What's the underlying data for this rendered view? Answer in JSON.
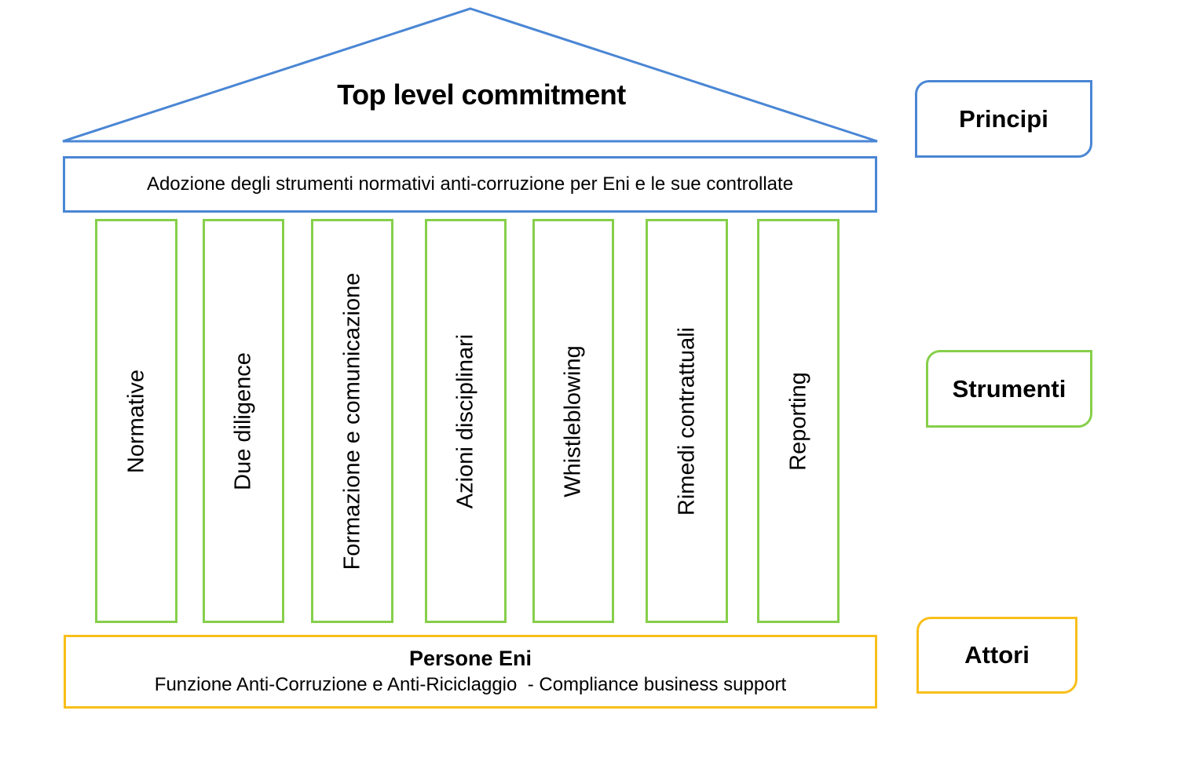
{
  "colors": {
    "principles": "#4a86d4",
    "tools": "#86cf4a",
    "actors": "#f8bf1a"
  },
  "roof": {
    "title": "Top level commitment"
  },
  "beam": {
    "text": "Adozione degli strumenti normativi anti-corruzione per Eni e le sue controllate"
  },
  "pillars": [
    {
      "label": "Normative"
    },
    {
      "label": "Due diligence"
    },
    {
      "label": "Formazione e comunicazione"
    },
    {
      "label": "Azioni disciplinari"
    },
    {
      "label": "Whistleblowing"
    },
    {
      "label": "Rimedi contrattuali"
    },
    {
      "label": "Reporting"
    }
  ],
  "base": {
    "title": "Persone Eni",
    "subtitle": "Funzione Anti-Corruzione e Anti-Riciclaggio  - Compliance business support"
  },
  "legend": {
    "principi": "Principi",
    "strumenti": "Strumenti",
    "attori": "Attori"
  }
}
